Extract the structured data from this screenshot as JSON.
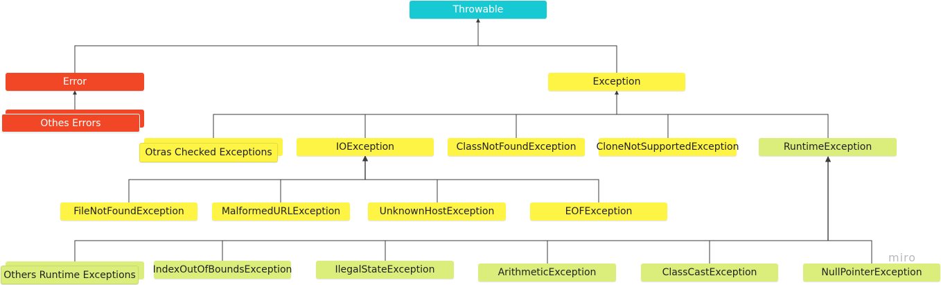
{
  "diagram": {
    "nodes": {
      "throwable": "Throwable",
      "error": "Error",
      "others_errors": "Othes Errors",
      "exception": "Exception",
      "otras_checked": "Otras Checked Exceptions",
      "ioexception": "IOException",
      "classnotfound": "ClassNotFoundException",
      "clonenotsupported": "CloneNotSupportedException",
      "runtime": "RuntimeException",
      "filenotfound": "FileNotFoundException",
      "malformedurl": "MalformedURLException",
      "unknownhost": "UnknownHostException",
      "eof": "EOFException",
      "others_runtime": "Others Runtime Exceptions",
      "indexoutofbounds": "IndexOutOfBoundsException",
      "ilegalstate": "IlegalStateException",
      "arithmetic": "ArithmeticException",
      "classcast": "ClassCastException",
      "nullpointer": "NullPointerException"
    },
    "colors": {
      "root": "#17c9d3",
      "error": "#f24726",
      "checked": "#fef445",
      "unchecked": "#dbee7c",
      "connector": "#3a3a3a"
    },
    "edges": [
      [
        "error",
        "throwable"
      ],
      [
        "exception",
        "throwable"
      ],
      [
        "others_errors",
        "error"
      ],
      [
        "otras_checked",
        "exception"
      ],
      [
        "ioexception",
        "exception"
      ],
      [
        "classnotfound",
        "exception"
      ],
      [
        "clonenotsupported",
        "exception"
      ],
      [
        "runtime",
        "exception"
      ],
      [
        "filenotfound",
        "ioexception"
      ],
      [
        "malformedurl",
        "ioexception"
      ],
      [
        "unknownhost",
        "ioexception"
      ],
      [
        "eof",
        "ioexception"
      ],
      [
        "others_runtime",
        "runtime"
      ],
      [
        "indexoutofbounds",
        "runtime"
      ],
      [
        "ilegalstate",
        "runtime"
      ],
      [
        "arithmetic",
        "runtime"
      ],
      [
        "classcast",
        "runtime"
      ],
      [
        "nullpointer",
        "runtime"
      ]
    ]
  },
  "watermark": "miro"
}
